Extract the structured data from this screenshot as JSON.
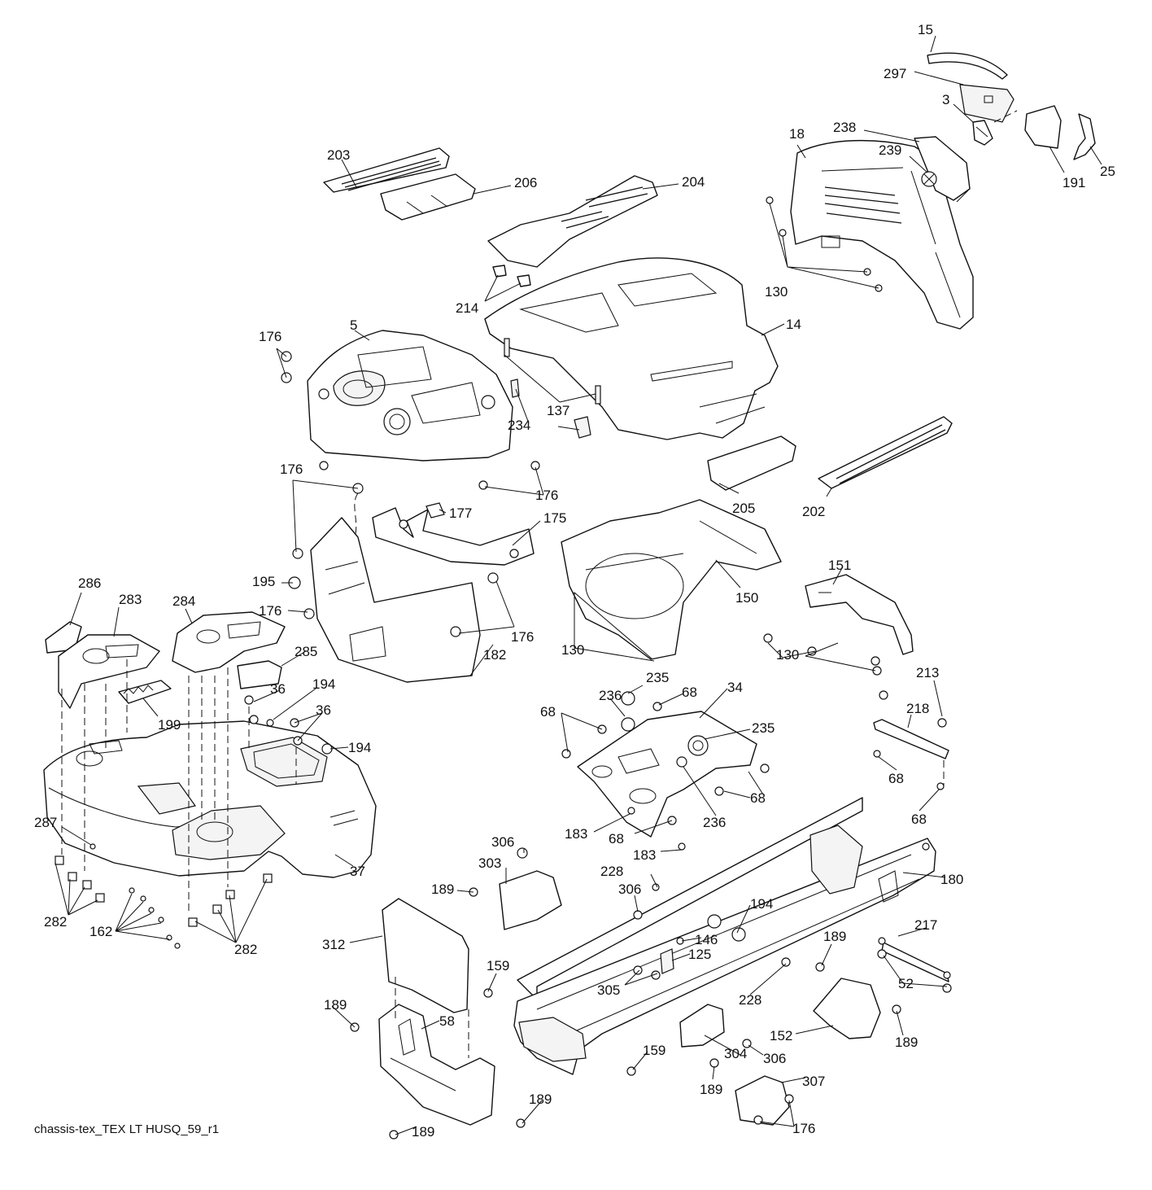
{
  "diagram_id": "chassis-tex_TEX LT HUSQ_59_r1",
  "labels": [
    {
      "id": "l15",
      "text": "15"
    },
    {
      "id": "l297",
      "text": "297"
    },
    {
      "id": "l3",
      "text": "3"
    },
    {
      "id": "l18",
      "text": "18"
    },
    {
      "id": "l238",
      "text": "238"
    },
    {
      "id": "l239",
      "text": "239"
    },
    {
      "id": "l191",
      "text": "191"
    },
    {
      "id": "l25",
      "text": "25"
    },
    {
      "id": "l203",
      "text": "203"
    },
    {
      "id": "l206",
      "text": "206"
    },
    {
      "id": "l204",
      "text": "204"
    },
    {
      "id": "l130a",
      "text": "130"
    },
    {
      "id": "l214",
      "text": "214"
    },
    {
      "id": "l176a",
      "text": "176"
    },
    {
      "id": "l5",
      "text": "5"
    },
    {
      "id": "l14",
      "text": "14"
    },
    {
      "id": "l137",
      "text": "137"
    },
    {
      "id": "l234",
      "text": "234"
    },
    {
      "id": "l176b",
      "text": "176"
    },
    {
      "id": "l176c",
      "text": "176"
    },
    {
      "id": "l205",
      "text": "205"
    },
    {
      "id": "l202",
      "text": "202"
    },
    {
      "id": "l177",
      "text": "177"
    },
    {
      "id": "l175",
      "text": "175"
    },
    {
      "id": "l151",
      "text": "151"
    },
    {
      "id": "l286",
      "text": "286"
    },
    {
      "id": "l283",
      "text": "283"
    },
    {
      "id": "l284",
      "text": "284"
    },
    {
      "id": "l195",
      "text": "195"
    },
    {
      "id": "l176d",
      "text": "176"
    },
    {
      "id": "l176e",
      "text": "176"
    },
    {
      "id": "l150",
      "text": "150"
    },
    {
      "id": "l130b",
      "text": "130"
    },
    {
      "id": "l130c",
      "text": "130"
    },
    {
      "id": "l285",
      "text": "285"
    },
    {
      "id": "l182",
      "text": "182"
    },
    {
      "id": "l194a",
      "text": "194"
    },
    {
      "id": "l36a",
      "text": "36"
    },
    {
      "id": "l36b",
      "text": "36"
    },
    {
      "id": "l235a",
      "text": "235"
    },
    {
      "id": "l236a",
      "text": "236"
    },
    {
      "id": "l68a",
      "text": "68"
    },
    {
      "id": "l34",
      "text": "34"
    },
    {
      "id": "l213",
      "text": "213"
    },
    {
      "id": "l199",
      "text": "199"
    },
    {
      "id": "l68b",
      "text": "68"
    },
    {
      "id": "l235b",
      "text": "235"
    },
    {
      "id": "l218",
      "text": "218"
    },
    {
      "id": "l194b",
      "text": "194"
    },
    {
      "id": "l68c",
      "text": "68"
    },
    {
      "id": "l68d",
      "text": "68"
    },
    {
      "id": "l287",
      "text": "287"
    },
    {
      "id": "l183a",
      "text": "183"
    },
    {
      "id": "l68e",
      "text": "68"
    },
    {
      "id": "l236b",
      "text": "236"
    },
    {
      "id": "l68f",
      "text": "68"
    },
    {
      "id": "l306a",
      "text": "306"
    },
    {
      "id": "l183b",
      "text": "183"
    },
    {
      "id": "l303",
      "text": "303"
    },
    {
      "id": "l37",
      "text": "37"
    },
    {
      "id": "l228a",
      "text": "228"
    },
    {
      "id": "l180",
      "text": "180"
    },
    {
      "id": "l189a",
      "text": "189"
    },
    {
      "id": "l306b",
      "text": "306"
    },
    {
      "id": "l194c",
      "text": "194"
    },
    {
      "id": "l282a",
      "text": "282"
    },
    {
      "id": "l217",
      "text": "217"
    },
    {
      "id": "l162",
      "text": "162"
    },
    {
      "id": "l146",
      "text": "146"
    },
    {
      "id": "l189b",
      "text": "189"
    },
    {
      "id": "l282b",
      "text": "282"
    },
    {
      "id": "l312",
      "text": "312"
    },
    {
      "id": "l125",
      "text": "125"
    },
    {
      "id": "l52",
      "text": "52"
    },
    {
      "id": "l159a",
      "text": "159"
    },
    {
      "id": "l305",
      "text": "305"
    },
    {
      "id": "l228b",
      "text": "228"
    },
    {
      "id": "l189c",
      "text": "189"
    },
    {
      "id": "l58",
      "text": "58"
    },
    {
      "id": "l152",
      "text": "152"
    },
    {
      "id": "l189d",
      "text": "189"
    },
    {
      "id": "l159b",
      "text": "159"
    },
    {
      "id": "l304",
      "text": "304"
    },
    {
      "id": "l306c",
      "text": "306"
    },
    {
      "id": "l189e",
      "text": "189"
    },
    {
      "id": "l307",
      "text": "307"
    },
    {
      "id": "l189f",
      "text": "189"
    },
    {
      "id": "l176f",
      "text": "176"
    },
    {
      "id": "l189g",
      "text": "189"
    }
  ]
}
